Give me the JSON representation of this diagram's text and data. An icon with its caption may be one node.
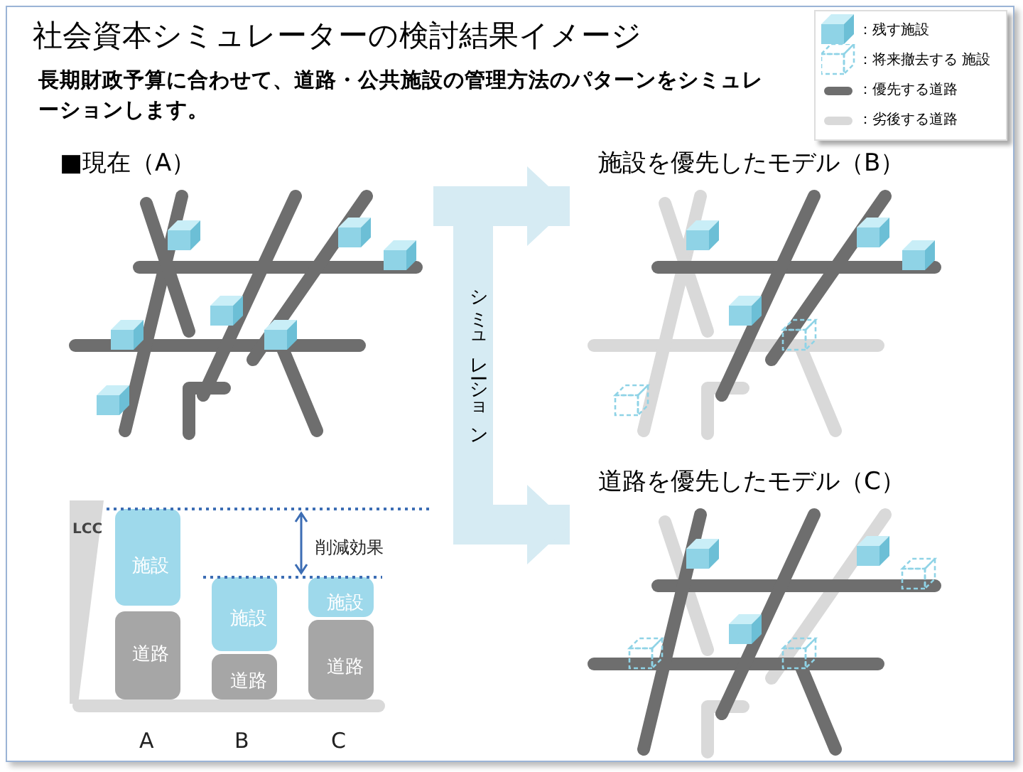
{
  "diagram": {
    "title": "社会資本シミュレーターの検討結果イメージ",
    "nodes": [
      {
        "text": [
          "■現在（A）"
        ]
      },
      {
        "text": [
          "施設を優先したモデル（B）"
        ]
      },
      {
        "text": [
          "道路を優先したモデル（C）"
        ]
      }
    ],
    "edges": [
      {
        "from": 0,
        "to": 1,
        "arrow": "to"
      },
      {
        "from": 0,
        "to": 2,
        "arrow": "to",
        "label": "シミュレーション"
      }
    ],
    "labels": [
      "長期財政予算に合わせて、道路・公共施設の管理方法のパターンをシミュレーションします。",
      "LCC",
      "施設",
      "道路",
      "削減効果",
      "施設",
      "道路",
      "施設",
      "道路",
      "A",
      "B",
      "C"
    ],
    "legend": [
      {
        "text": "：残す施設"
      },
      {
        "text": "：将来撤去する 施設"
      },
      {
        "text": "：優先する道路",
        "color": "#6e6e6e"
      },
      {
        "text": "：劣後する道路",
        "color": "#d9d9d9"
      }
    ]
  }
}
